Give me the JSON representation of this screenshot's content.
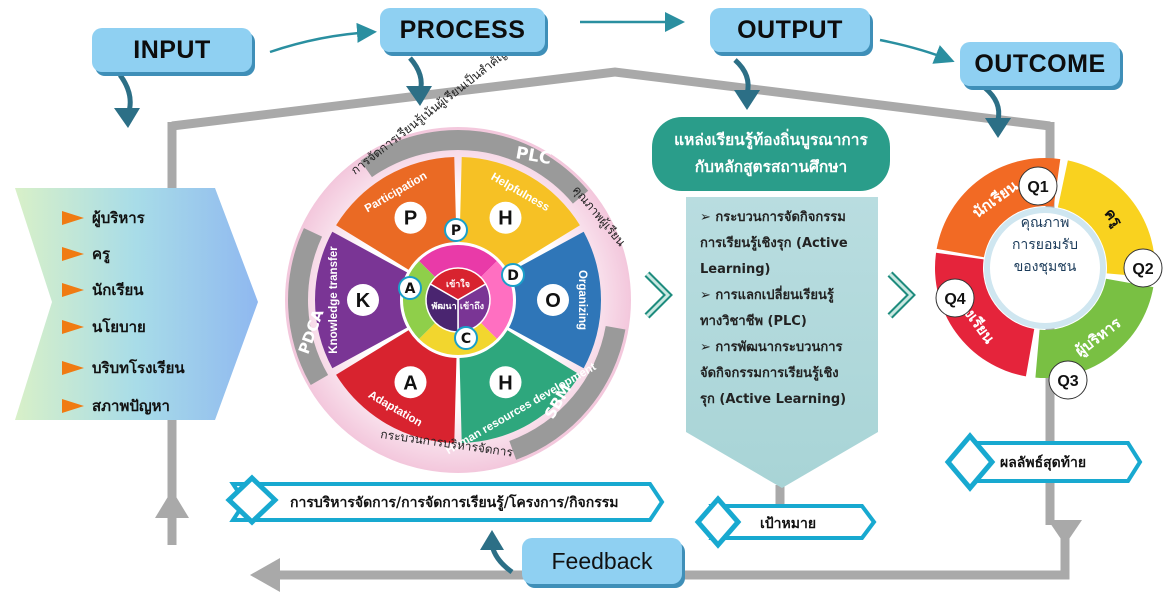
{
  "headers": {
    "input": "INPUT",
    "process": "PROCESS",
    "output": "OUTPUT",
    "outcome": "OUTCOME"
  },
  "inputs": [
    "ผู้บริหาร",
    "ครู",
    "นักเรียน",
    "นโยบาย",
    "บริบทโรงเรียน",
    "สภาพปัญหา"
  ],
  "wheel": {
    "segments": [
      {
        "name": "Participation",
        "letter": "P",
        "color": "#ea6a24"
      },
      {
        "name": "Helpfulness",
        "letter": "H",
        "color": "#f6c125"
      },
      {
        "name": "Organizing",
        "letter": "O",
        "color": "#2f76b8"
      },
      {
        "name": "Human resources development",
        "letter": "H",
        "color": "#2ea77d"
      },
      {
        "name": "Adaptation",
        "letter": "A",
        "color": "#d8232f"
      },
      {
        "name": "Knowledge transfer",
        "letter": "K",
        "color": "#7a3595"
      }
    ],
    "inner": [
      {
        "word": "เข้าใจ",
        "letter": "P"
      },
      {
        "word": "เข้าถึง",
        "letter": "D"
      },
      {
        "word": "พัฒนา",
        "letter": "C"
      },
      {
        "word": "",
        "letter": "A"
      }
    ],
    "ring_labels": {
      "top_left": "การจัดการเรียนรู้เน้นผู้เรียนเป็นสำคัญ",
      "top_right": "คุณภาพผู้เรียน",
      "bottom": "กระบวนการบริหารจัดการ",
      "plc": "PLC",
      "pdca": "PDCA",
      "sbm": "SBM"
    }
  },
  "process_ribbon": "การบริหารจัดการ/การจัดการเรียนรู้/โครงการ/กิจกรรม",
  "output": {
    "banner_line1": "แหล่งเรียนรู้ท้องถิ่นบูรณาการ",
    "banner_line2": "กับหลักสูตรสถานศึกษา",
    "lines": [
      "➢ กระบวนการจัดกิจกรรม",
      "การเรียนรู้เชิงรุก (Active",
      "Learning)",
      "➢ การแลกเปลี่ยนเรียนรู้",
      "ทางวิชาชีพ (PLC)",
      "➢ การพัฒนากระบวนการ",
      "จัดกิจกรรมการเรียนรู้เชิง",
      "รุก (Active Learning)"
    ],
    "ribbon": "เป้าหมาย"
  },
  "outcome": {
    "center": [
      "คุณภาพ",
      "การยอมรับ",
      "ของชุมชน"
    ],
    "quadrants": [
      {
        "q": "Q1",
        "label": "นักเรียน",
        "color": "#f26a24"
      },
      {
        "q": "Q2",
        "label": "ครู",
        "color": "#f9d21f"
      },
      {
        "q": "Q3",
        "label": "ผู้บริหาร",
        "color": "#79c043"
      },
      {
        "q": "Q4",
        "label": "โรงเรียน",
        "color": "#e5243b"
      }
    ],
    "ribbon": "ผลลัพธ์สุดท้าย"
  },
  "feedback": "Feedback"
}
